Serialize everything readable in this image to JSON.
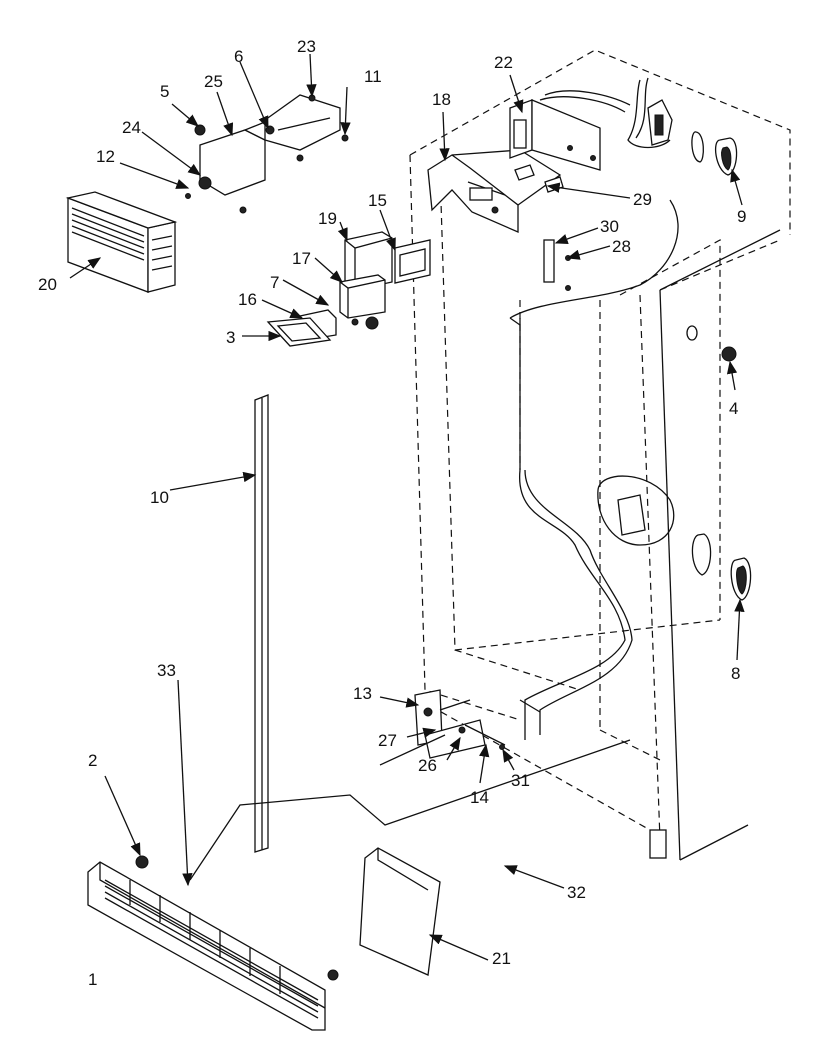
{
  "callouts": {
    "c1": "1",
    "c2": "2",
    "c3": "3",
    "c4": "4",
    "c5": "5",
    "c6": "6",
    "c7": "7",
    "c8": "8",
    "c9": "9",
    "c10": "10",
    "c11": "11",
    "c12": "12",
    "c13": "13",
    "c14": "14",
    "c15": "15",
    "c16": "16",
    "c17": "17",
    "c18": "18",
    "c19": "19",
    "c20": "20",
    "c21": "21",
    "c22": "22",
    "c23": "23",
    "c24": "24",
    "c25": "25",
    "c26": "26",
    "c27": "27",
    "c28": "28",
    "c29": "29",
    "c30": "30",
    "c31": "31",
    "c32": "32",
    "c33": "33"
  }
}
